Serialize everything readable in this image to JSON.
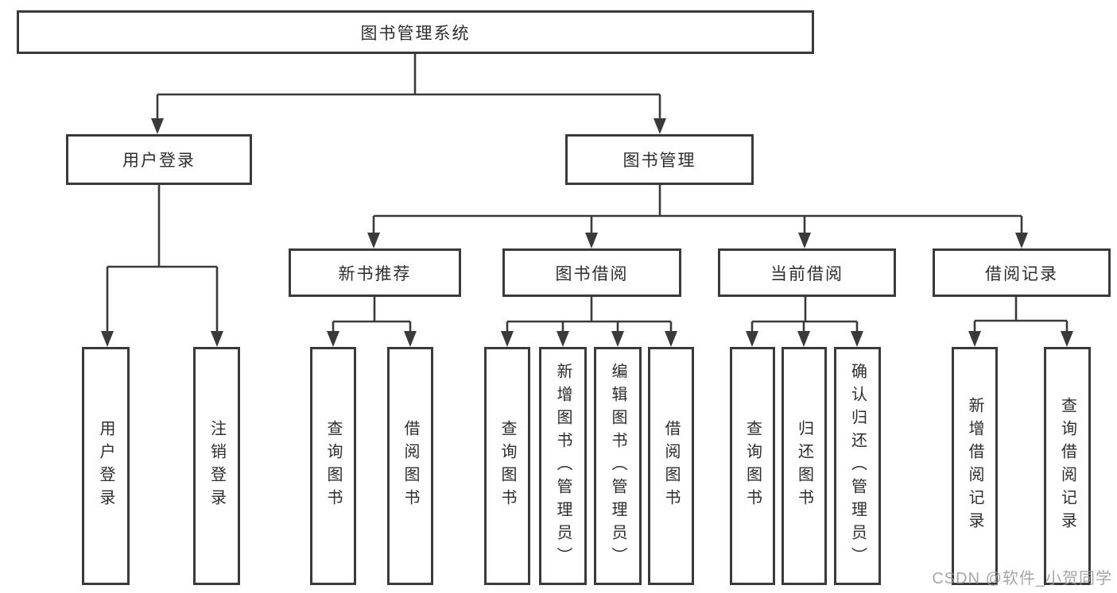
{
  "colors": {
    "background": "#ffffff",
    "line": "#3a3a3a",
    "box_border": "#3a3a3a",
    "box_fill": "#ffffff",
    "text": "#2d2d2d",
    "watermark": "#969696"
  },
  "watermark": {
    "text": "CSDN @软件_小贺同学"
  },
  "tree": {
    "root": {
      "label": "图书管理系统"
    },
    "branches": [
      {
        "label": "用户登录",
        "children": [
          {
            "label": "用户登录"
          },
          {
            "label": "注销登录"
          }
        ]
      },
      {
        "label": "图书管理",
        "children": [
          {
            "label": "新书推荐",
            "children": [
              {
                "label": "查询图书"
              },
              {
                "label": "借阅图书"
              }
            ]
          },
          {
            "label": "图书借阅",
            "children": [
              {
                "label": "查询图书"
              },
              {
                "label": "新增图书（管理员）"
              },
              {
                "label": "编辑图书（管理员）"
              },
              {
                "label": "借阅图书"
              }
            ]
          },
          {
            "label": "当前借阅",
            "children": [
              {
                "label": "查询图书"
              },
              {
                "label": "归还图书"
              },
              {
                "label": "确认归还（管理员）"
              }
            ]
          },
          {
            "label": "借阅记录",
            "children": [
              {
                "label": "新增借阅记录"
              },
              {
                "label": "查询借阅记录"
              }
            ]
          }
        ]
      }
    ]
  }
}
